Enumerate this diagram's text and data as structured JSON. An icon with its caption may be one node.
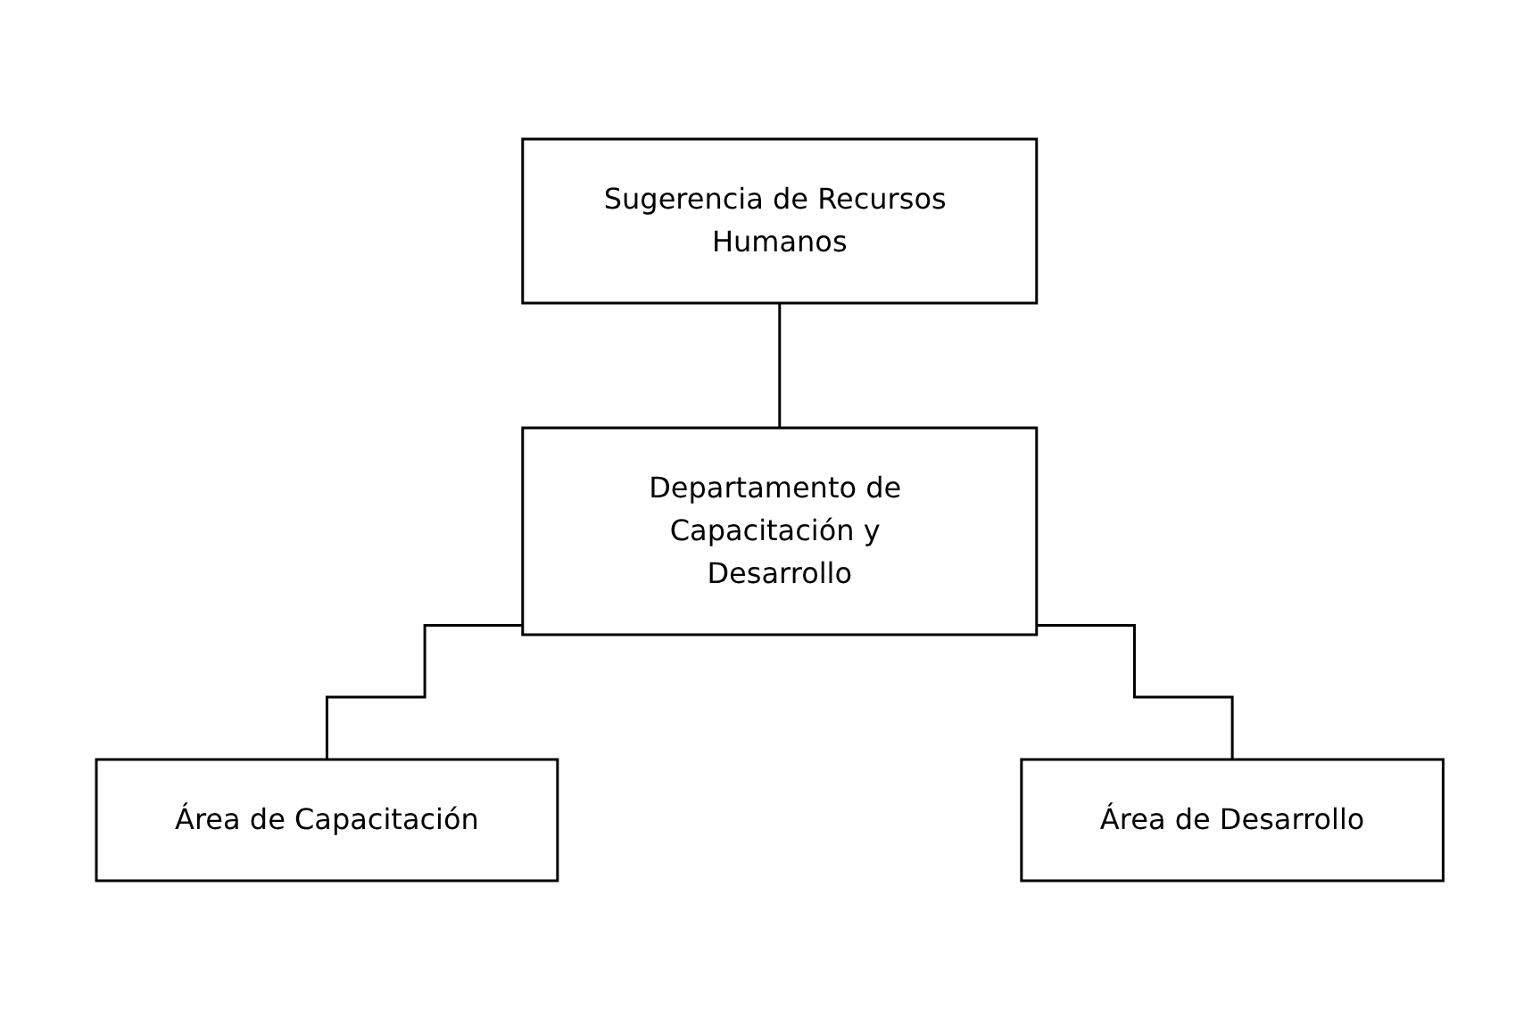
{
  "diagram": {
    "nodes": [
      {
        "text": [
          "Sugerencia de Recursos Humanos"
        ]
      },
      {
        "text": [
          "Departamento de Capacitación y Desarrollo"
        ]
      },
      {
        "text": [
          "Área de Capacitación"
        ]
      },
      {
        "text": [
          "Área de Desarrollo"
        ]
      }
    ],
    "edges": [
      {
        "from": 0,
        "to": 1,
        "arrow": "none"
      },
      {
        "from": 1,
        "to": 2,
        "arrow": "none"
      },
      {
        "from": 1,
        "to": 3,
        "arrow": "none"
      }
    ]
  }
}
